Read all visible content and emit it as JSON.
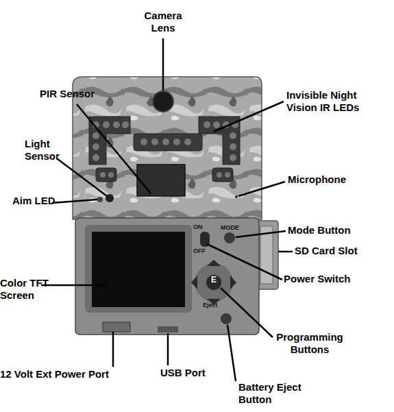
{
  "diagram": {
    "labels": [
      "Camera Lens",
      "PIR Sensor",
      "Invisible Night Vision IR LEDs",
      "Light Sensor",
      "Aim LED",
      "Microphone",
      "ON",
      "MODE",
      "OFF",
      "Mode Button",
      "SD Card Slot",
      "Color TFT Screen",
      "Power Switch",
      "E",
      "Eject",
      "Programming Buttons",
      "12 Volt Ext Power Port",
      "USB Port",
      "Battery Eject Button"
    ]
  }
}
